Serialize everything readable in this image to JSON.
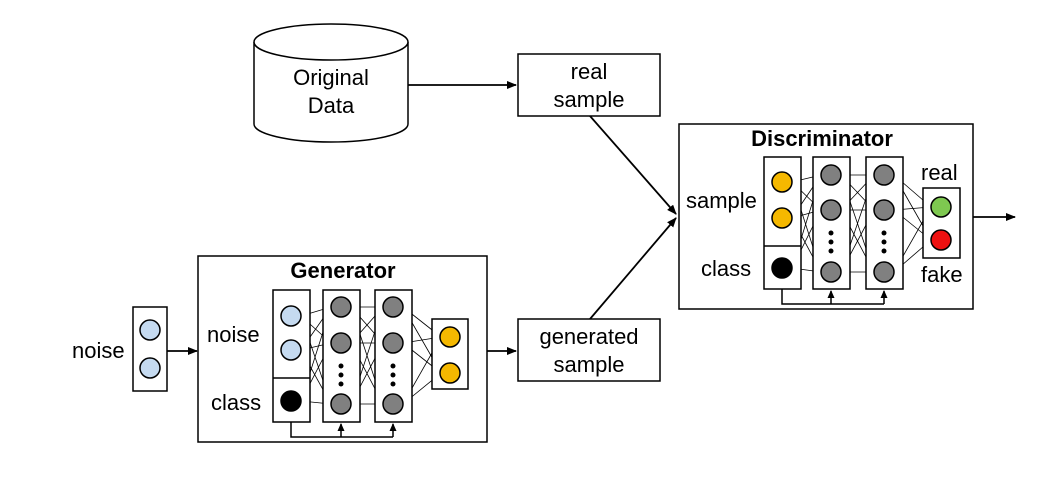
{
  "labels": {
    "original_data_line1": "Original",
    "original_data_line2": "Data",
    "real_sample_line1": "real",
    "real_sample_line2": "sample",
    "generated_sample_line1": "generated",
    "generated_sample_line2": "sample",
    "noise_input": "noise",
    "generator_title": "Generator",
    "generator_noise": "noise",
    "generator_class": "class",
    "discriminator_title": "Discriminator",
    "discriminator_sample": "sample",
    "discriminator_class": "class",
    "output_real": "real",
    "output_fake": "fake"
  },
  "colors": {
    "noise_node": "#c5daf0",
    "class_node": "#000000",
    "hidden_node": "#808080",
    "sample_node": "#f5b800",
    "real_node": "#7ec850",
    "fake_node": "#ee1111"
  }
}
